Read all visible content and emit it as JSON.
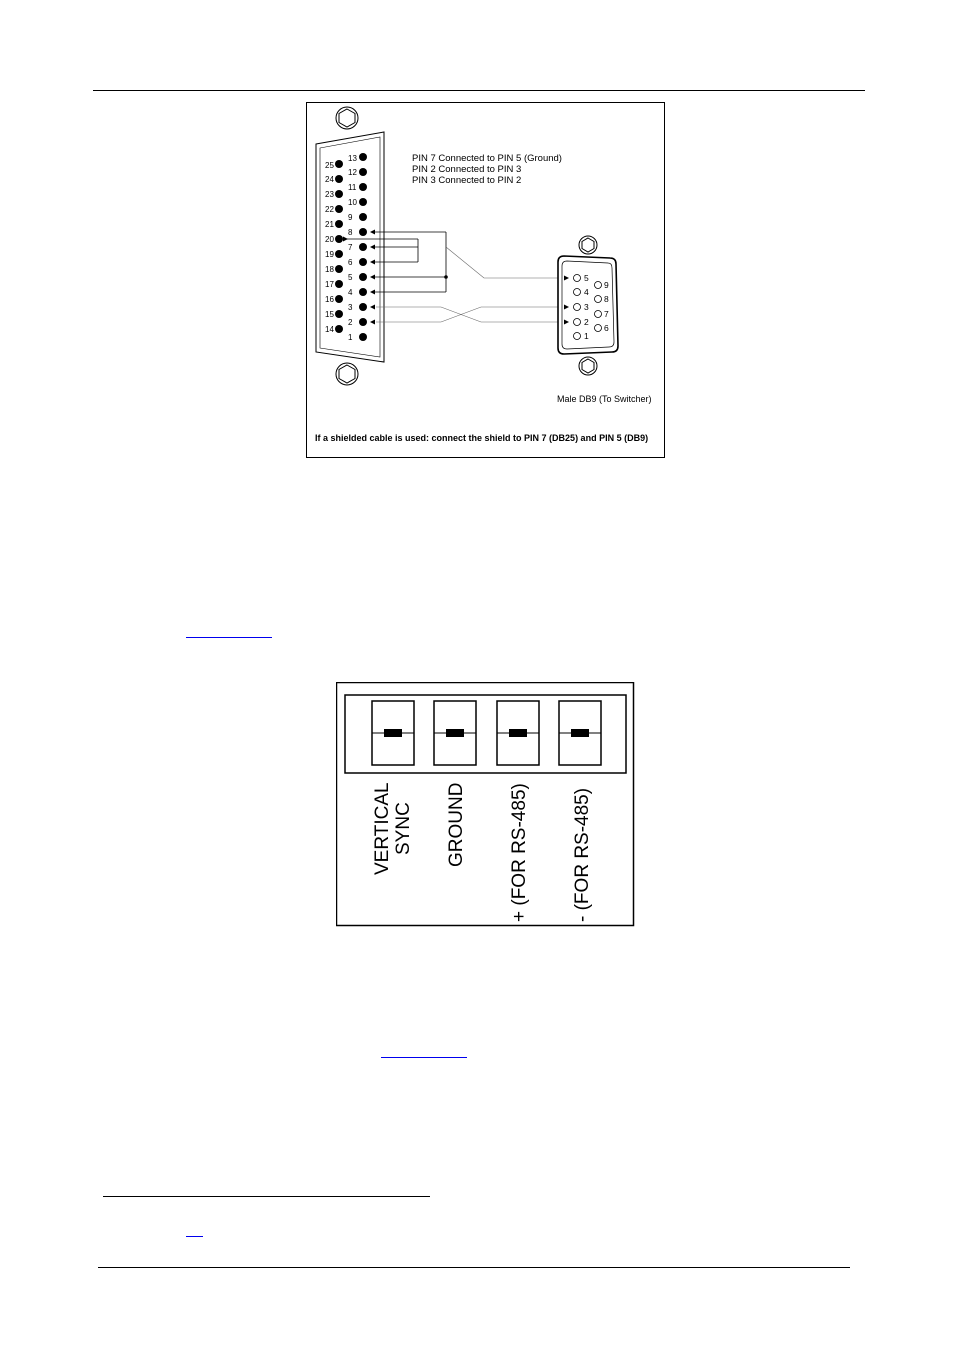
{
  "db25_to_db9": {
    "notes": [
      "PIN 7 Connected to PIN 5 (Ground)",
      "PIN 2 Connected to PIN 3",
      "PIN 3 Connected to PIN 2"
    ],
    "db25_left_pins": [
      "25",
      "24",
      "23",
      "22",
      "21",
      "20",
      "19",
      "18",
      "17",
      "16",
      "15",
      "14"
    ],
    "db25_right_pins": [
      "13",
      "12",
      "11",
      "10",
      "9",
      "8",
      "7",
      "6",
      "5",
      "4",
      "3",
      "2",
      "1"
    ],
    "db9_top_pins": [
      "5",
      "4",
      "3",
      "2",
      "1"
    ],
    "db9_bottom_pins": [
      "9",
      "8",
      "7",
      "6"
    ],
    "db9_label": "Male DB9 (To Switcher)",
    "shield_note": "If a shielded cable is used: connect the shield to PIN 7 (DB25) and PIN 5 (DB9)"
  },
  "terminal_block": {
    "labels": [
      {
        "line1": "VERTICAL",
        "line2": "SYNC"
      },
      {
        "line1": "GROUND",
        "line2": ""
      },
      {
        "line1": "+ (FOR RS-485)",
        "line2": ""
      },
      {
        "line1": "- (FOR RS-485)",
        "line2": ""
      }
    ]
  }
}
